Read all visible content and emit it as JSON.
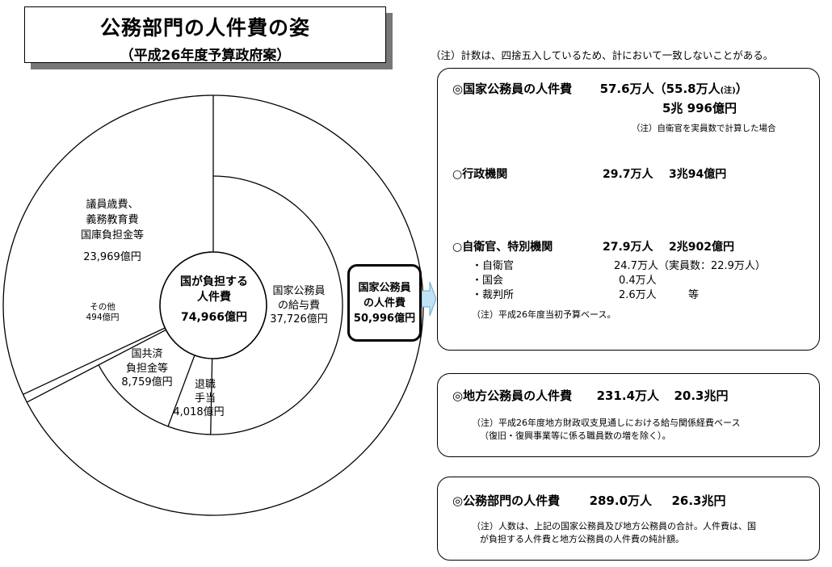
{
  "header": {
    "title": "公務部門の人件費の姿",
    "subtitle": "（平成26年度予算政府案）"
  },
  "top_note": "（注）計数は、四捨五入しているため、計において一致しないことがある。",
  "chart_data": {
    "type": "pie",
    "title": "公務部門の人件費の姿",
    "center": {
      "label_line1": "国が負担する",
      "label_line2": "人件費",
      "value": "74,966億円"
    },
    "unit": "億円",
    "slices": [
      {
        "name": "国家公務員の給与費",
        "value": 37726,
        "label_line1": "国家公務員",
        "label_line2": "の給与費",
        "value_label": "37,726億円"
      },
      {
        "name": "退職手当",
        "value": 4018,
        "label_line1": "退職",
        "label_line2": "手当",
        "value_label": "4,018億円"
      },
      {
        "name": "国共済負担金等",
        "value": 8759,
        "label_line1": "国共済",
        "label_line2": "負担金等",
        "value_label": "8,759億円"
      },
      {
        "name": "その他",
        "value": 494,
        "label_line1": "その他",
        "value_label": "494億円"
      },
      {
        "name": "議員歳費、義務教育費国庫負担金等",
        "value": 23969,
        "label_line1": "議員歳費、",
        "label_line2": "義務教育費",
        "label_line3": "国庫負担金等",
        "value_label": "23,969億円"
      }
    ],
    "outer_group": {
      "slices": [
        "国家公務員の給与費",
        "退職手当",
        "国共済負担金等"
      ],
      "label_line1": "国家公務員",
      "label_line2": "の人件費",
      "value_label": "50,996億円"
    }
  },
  "national": {
    "heading": "◎国家公務員の人件費",
    "persons": "57.6万人（55.8万人",
    "persons_note": "(注)",
    "persons_close": "）",
    "amount": "5兆 996億円",
    "footnote": "（注）自衛官を実員数で計算した場合",
    "admin": {
      "label": "○行政機関",
      "persons": "29.7万人",
      "amount": "3兆94億円"
    },
    "sdf": {
      "label": "○自衛官、特別機関",
      "persons": "27.9万人",
      "amount": "2兆902億円",
      "items": [
        {
          "label": "・自衛官",
          "value": "24.7万人（実員数：22.9万人）"
        },
        {
          "label": "・国会",
          "value": "0.4万人"
        },
        {
          "label": "・裁判所",
          "value": "2.6万人",
          "extra": "等"
        }
      ]
    },
    "budget_note": "（注）平成26年度当初予算ベース。"
  },
  "local": {
    "heading": "◎地方公務員の人件費",
    "persons": "231.4万人",
    "amount": "20.3兆円",
    "note_line1": "（注）平成26年度地方財政収支見通しにおける給与関係経費ベース",
    "note_line2": "（復旧・復興事業等に係る職員数の増を除く）。"
  },
  "public": {
    "heading": "◎公務部門の人件費",
    "persons": "289.0万人",
    "amount": "26.3兆円",
    "note_line1": "（注）人数は、上記の国家公務員及び地方公務員の合計。人件費は、国",
    "note_line2": "が負担する人件費と地方公務員の人件費の純計額。"
  },
  "colors": {
    "arrow_fill": "#bfe3f5",
    "shadow": "#777777"
  }
}
